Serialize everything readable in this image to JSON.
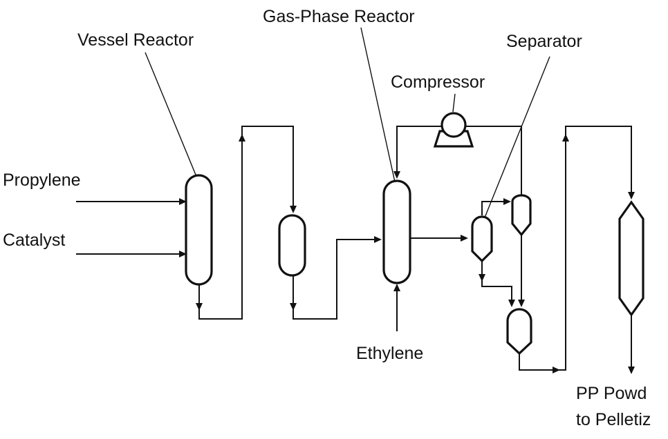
{
  "labels": {
    "vessel_reactor": "Vessel Reactor",
    "gas_phase_reactor": "Gas-Phase Reactor",
    "separator": "Separator",
    "compressor": "Compressor",
    "propylene": "Propylene",
    "catalyst": "Catalyst",
    "ethylene": "Ethylene",
    "product_line1": "PP Powd",
    "product_line2": "to Pelletiz"
  }
}
